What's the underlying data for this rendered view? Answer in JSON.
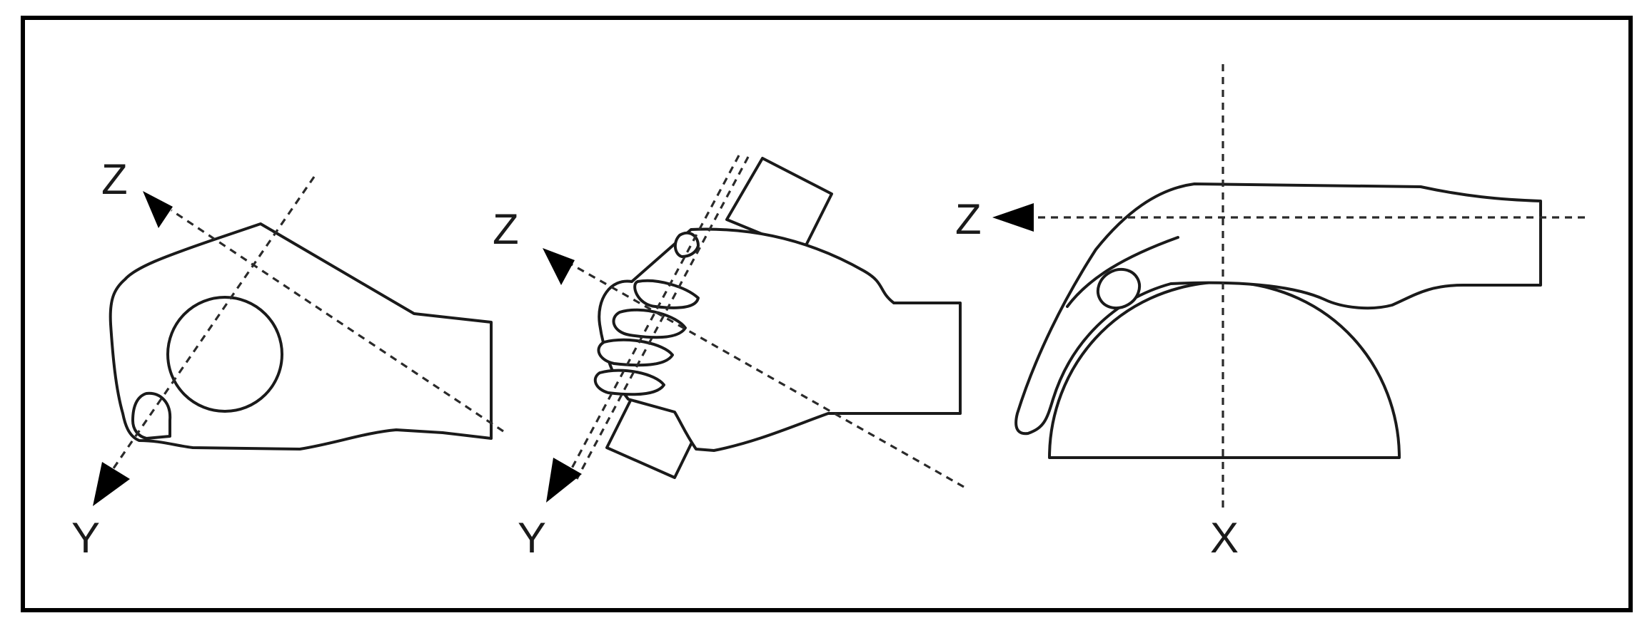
{
  "panels": [
    {
      "id": "ball-grip",
      "axis_labels": {
        "z": "Z",
        "y": "Y"
      }
    },
    {
      "id": "cylinder-grip",
      "axis_labels": {
        "z": "Z",
        "y": "Y"
      }
    },
    {
      "id": "hemisphere-grip",
      "axis_labels": {
        "z": "Z",
        "x": "X"
      }
    }
  ]
}
